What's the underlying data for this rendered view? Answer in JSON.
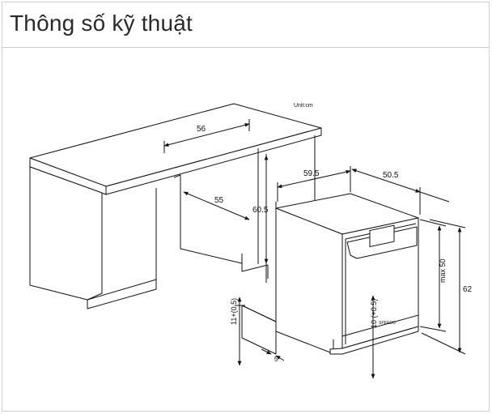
{
  "header": {
    "title": "Thông số kỹ thuật"
  },
  "diagram": {
    "unit_label": "Unit:cm",
    "dims": {
      "counter_depth": "56",
      "cabinet_depth": "55",
      "cabinet_height": "60.5",
      "niche_width": "59.5",
      "appliance_depth": "50.5",
      "max_height": "max 50",
      "total_height": "62",
      "plinth_height": "11+(0.5)",
      "plinth_gap": "5",
      "foot_height": "10 (+0.5)"
    },
    "brand_label": "SPEEDO",
    "colors": {
      "line": "#111111",
      "panel": "#ffffff"
    }
  }
}
